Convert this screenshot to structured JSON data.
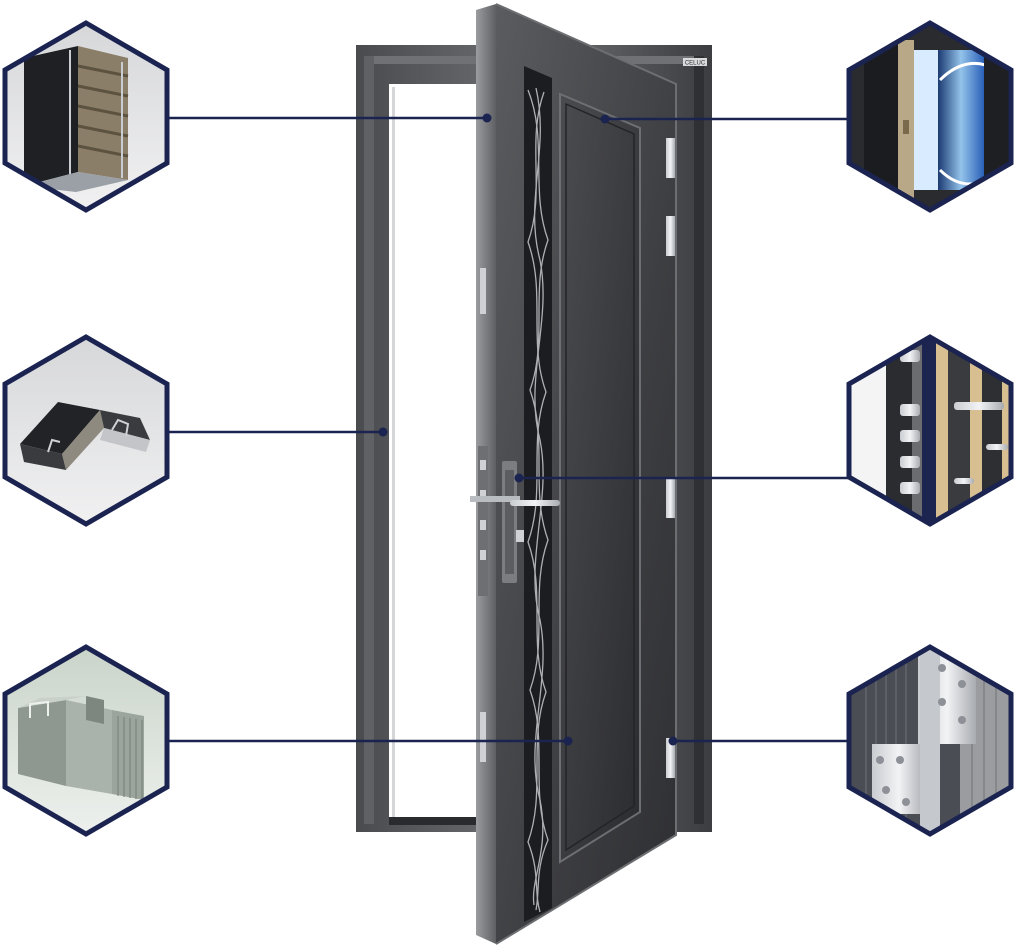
{
  "brand": {
    "door_badge": "CELUC"
  },
  "colors": {
    "hex_border": "#1b2351",
    "leader_line": "#1b2351",
    "door_dark": "#3a3b3d",
    "door_mid": "#55575a",
    "door_light": "#8a8c8f"
  },
  "callouts": [
    {
      "id": "frame-profile",
      "side": "left",
      "icon": "aluminium-frame-profile-icon"
    },
    {
      "id": "frame-section",
      "side": "left",
      "icon": "aluminium-section-icon"
    },
    {
      "id": "bottom-profile",
      "side": "left",
      "icon": "aluminium-threshold-profile-icon"
    },
    {
      "id": "insulation",
      "side": "right",
      "icon": "insulation-core-icon"
    },
    {
      "id": "lock-bolts",
      "side": "right",
      "icon": "multipoint-lock-icon"
    },
    {
      "id": "hinge",
      "side": "right",
      "icon": "steel-hinge-icon"
    }
  ]
}
